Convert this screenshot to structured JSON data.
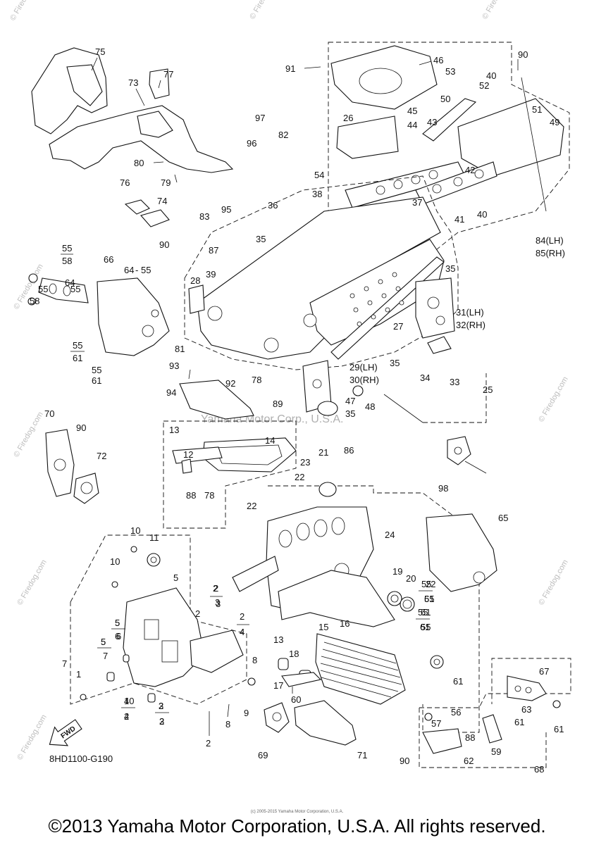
{
  "diagram": {
    "code": "8HD1100-G190",
    "fwd_label": "FWD",
    "center_watermark": "Yamaha Motor Corp., U.S.A.",
    "corner_watermarks": [
      "© Firedog.com",
      "© Firedog.com",
      "© Firedog.com",
      "© Firedog.com",
      "© Firedog.com",
      "© Firedog.com",
      "© Firedog.com",
      "© Firedog.com",
      "© Firedog.com"
    ],
    "part_numbers": [
      "75",
      "77",
      "73",
      "97",
      "82",
      "96",
      "80",
      "79",
      "76",
      "74",
      "83",
      "95",
      "90",
      "87",
      "36",
      "35",
      "38",
      "54",
      "91",
      "46",
      "26",
      "45",
      "44",
      "43",
      "53",
      "50",
      "40",
      "90",
      "52",
      "51",
      "49",
      "42",
      "37",
      "41",
      "40",
      "84(LH)",
      "85(RH)",
      "35",
      "27",
      "31(LH)",
      "32(RH)",
      "34",
      "33",
      "35",
      "29(LH)",
      "30(RH)",
      "48",
      "47",
      "35",
      "25",
      "55",
      "58",
      "66",
      "64",
      "55",
      "28",
      "39",
      "81",
      "55",
      "61",
      "93",
      "94",
      "92",
      "78",
      "89",
      "98",
      "70",
      "90",
      "72",
      "13",
      "12",
      "14",
      "21",
      "86",
      "23",
      "22",
      "88",
      "78",
      "22",
      "65",
      "24",
      "19",
      "20",
      "10",
      "11",
      "10",
      "5",
      "2",
      "3",
      "2",
      "4",
      "5",
      "6",
      "5",
      "7",
      "1",
      "10",
      "4",
      "2",
      "3",
      "2",
      "8",
      "9",
      "8",
      "13",
      "18",
      "17",
      "16",
      "15",
      "22",
      "55",
      "61",
      "55",
      "61",
      "67",
      "63",
      "57",
      "56",
      "61",
      "60",
      "69",
      "71",
      "90",
      "88",
      "59",
      "62",
      "61",
      "68",
      "55"
    ],
    "fraction_marks": [
      {
        "top": "55",
        "bottom": "58"
      },
      {
        "top": "64",
        "bottom": "55"
      },
      {
        "top": "55",
        "bottom": "61"
      },
      {
        "top": "2",
        "bottom": "3"
      },
      {
        "top": "2",
        "bottom": "4"
      },
      {
        "top": "5",
        "bottom": "6"
      },
      {
        "top": "5",
        "bottom": "7"
      },
      {
        "top": "4",
        "bottom": "2"
      },
      {
        "top": "3",
        "bottom": "2"
      },
      {
        "top": "55",
        "bottom": "61"
      },
      {
        "top": "55",
        "bottom": "61"
      }
    ]
  },
  "footer": {
    "copyright": "©2013 Yamaha Motor Corporation, U.S.A. All rights reserved.",
    "small_credit": "(c) 2005-2015 Yamaha Motor Corporation, U.S.A."
  }
}
